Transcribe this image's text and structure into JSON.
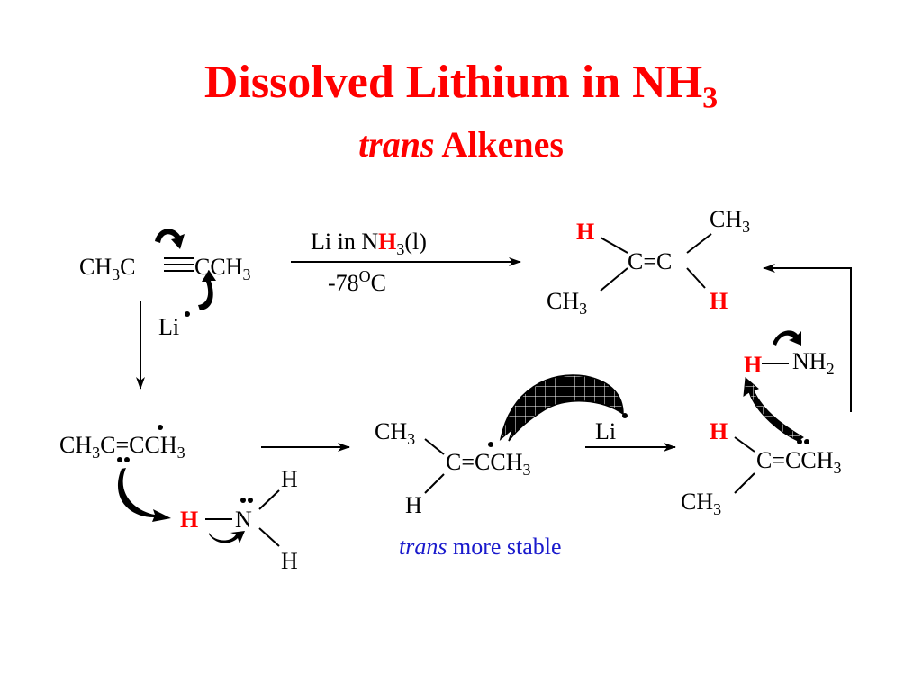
{
  "title": {
    "main": "Dissolved Lithium in NH",
    "main_sub": "3",
    "line2_italic": "trans",
    "line2_rest": " Alkenes"
  },
  "reagent": {
    "li_in": "Li in N",
    "h": "H",
    "three": "3",
    "l": "(l)",
    "temp": "-78",
    "deg": "O",
    "c": "C"
  },
  "labels": {
    "ch": "CH",
    "three": "3",
    "c": "C",
    "cch": "CCH",
    "li": "Li",
    "h": "H",
    "n": "N",
    "nh": "NH",
    "two": "2",
    "ceqc": "C=C",
    "ceq": "C=",
    "note_italic": "trans",
    "note_rest": " more stable",
    "dot": "•",
    "colon": "••"
  }
}
